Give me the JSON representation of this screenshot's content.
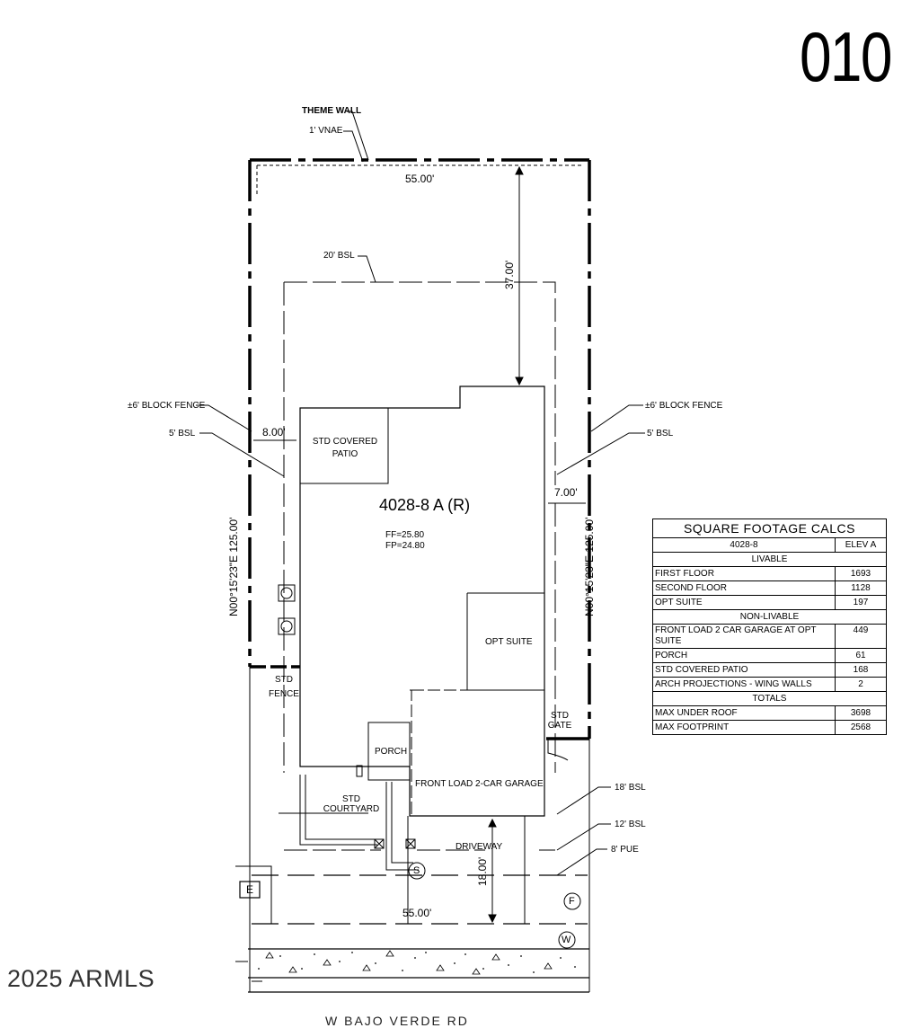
{
  "sheet": {
    "lot_number": "010",
    "watermark": "2025 ARMLS",
    "street_name": "W BAJO VERDE RD"
  },
  "plan": {
    "lot_width_top": "55.00'",
    "lot_width_bottom": "55.00'",
    "lot_depth_left": "N00°15'23\"E 125.00'",
    "lot_depth_right": "N00°15'23\"E 125.00'",
    "rear_setback_dim": "37.00'",
    "left_side_dim": "8.00'",
    "right_side_dim": "7.00'",
    "front_setback_dim": "18.00'",
    "plan_name": "4028-8 A (R)",
    "ff": "FF=25.80",
    "fp": "FP=24.80",
    "labels": {
      "theme_wall": "THEME WALL",
      "vnae": "1' VNAE",
      "bsl_20": "20' BSL",
      "block_fence_left": "±6' BLOCK FENCE",
      "bsl_5_left": "5' BSL",
      "block_fence_right": "±6' BLOCK FENCE",
      "bsl_5_right": "5' BSL",
      "std_covered_patio_l1": "STD COVERED",
      "std_covered_patio_l2": "PATIO",
      "opt_suite": "OPT SUITE",
      "porch": "PORCH",
      "garage": "FRONT LOAD 2-CAR GARAGE",
      "std_fence_l1": "STD",
      "std_fence_l2": "FENCE",
      "std_gate_l1": "STD",
      "std_gate_l2": "GATE",
      "courtyard_l1": "STD",
      "courtyard_l2": "COURTYARD",
      "driveway": "DRIVEWAY",
      "bsl_18": "18' BSL",
      "bsl_12": "12' BSL",
      "pue_8": "8' PUE",
      "elec": "E",
      "sewer": "S",
      "fire": "F",
      "water": "W"
    }
  },
  "sqft_table": {
    "title": "SQUARE FOOTAGE CALCS",
    "col_plan": "4028-8",
    "col_elev": "ELEV A",
    "sec_livable": "LIVABLE",
    "first_floor": [
      "FIRST FLOOR",
      "1693"
    ],
    "second_floor": [
      "SECOND FLOOR",
      "1128"
    ],
    "opt_suite": [
      "OPT SUITE",
      "197"
    ],
    "sec_nonlivable": "NON-LIVABLE",
    "garage": [
      "FRONT LOAD 2 CAR GARAGE AT OPT SUITE",
      "449"
    ],
    "porch": [
      "PORCH",
      "61"
    ],
    "patio": [
      "STD COVERED PATIO",
      "168"
    ],
    "arch": [
      "ARCH PROJECTIONS - WING WALLS",
      "2"
    ],
    "sec_totals": "TOTALS",
    "max_roof": [
      "MAX UNDER ROOF",
      "3698"
    ],
    "max_footprint": [
      "MAX FOOTPRINT",
      "2568"
    ]
  }
}
